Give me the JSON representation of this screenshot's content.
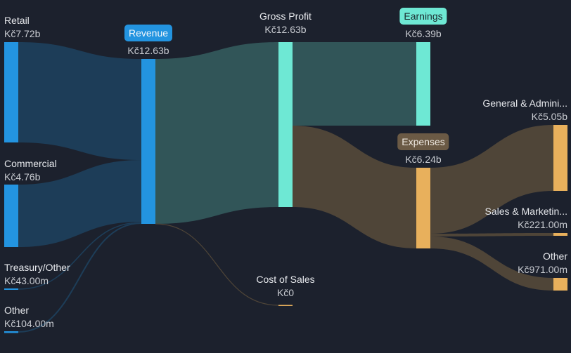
{
  "chart_data": {
    "type": "sankey",
    "currency_prefix": "Kč",
    "nodes": [
      {
        "id": "retail",
        "label": "Retail",
        "value": "Kč7.72b",
        "value_num": 7.72,
        "color": "#2394e0"
      },
      {
        "id": "commercial",
        "label": "Commercial",
        "value": "Kč4.76b",
        "value_num": 4.76,
        "color": "#2394e0"
      },
      {
        "id": "treasury",
        "label": "Treasury/Other",
        "value": "Kč43.00m",
        "value_num": 0.043,
        "color": "#2394e0"
      },
      {
        "id": "other_in",
        "label": "Other",
        "value": "Kč104.00m",
        "value_num": 0.104,
        "color": "#2394e0"
      },
      {
        "id": "revenue",
        "label": "Revenue",
        "value": "Kč12.63b",
        "value_num": 12.63,
        "color": "#2394e0"
      },
      {
        "id": "gross_profit",
        "label": "Gross Profit",
        "value": "Kč12.63b",
        "value_num": 12.63,
        "color": "#6ee8d4"
      },
      {
        "id": "cost_of_sales",
        "label": "Cost of Sales",
        "value": "Kč0",
        "value_num": 0,
        "color": "#e8b05c"
      },
      {
        "id": "earnings",
        "label": "Earnings",
        "value": "Kč6.39b",
        "value_num": 6.39,
        "color": "#6ee8d4"
      },
      {
        "id": "expenses",
        "label": "Expenses",
        "value": "Kč6.24b",
        "value_num": 6.24,
        "color": "#e8b05c"
      },
      {
        "id": "ga",
        "label": "General & Admini...",
        "value": "Kč5.05b",
        "value_num": 5.05,
        "color": "#e8b05c"
      },
      {
        "id": "sm",
        "label": "Sales & Marketin...",
        "value": "Kč221.00m",
        "value_num": 0.221,
        "color": "#e8b05c"
      },
      {
        "id": "other_out",
        "label": "Other",
        "value": "Kč971.00m",
        "value_num": 0.971,
        "color": "#e8b05c"
      }
    ],
    "links": [
      {
        "source": "retail",
        "target": "revenue",
        "value": 7.72
      },
      {
        "source": "commercial",
        "target": "revenue",
        "value": 4.76
      },
      {
        "source": "treasury",
        "target": "revenue",
        "value": 0.043
      },
      {
        "source": "other_in",
        "target": "revenue",
        "value": 0.104
      },
      {
        "source": "revenue",
        "target": "gross_profit",
        "value": 12.63
      },
      {
        "source": "revenue",
        "target": "cost_of_sales",
        "value": 0
      },
      {
        "source": "gross_profit",
        "target": "earnings",
        "value": 6.39
      },
      {
        "source": "gross_profit",
        "target": "expenses",
        "value": 6.24
      },
      {
        "source": "expenses",
        "target": "ga",
        "value": 5.05
      },
      {
        "source": "expenses",
        "target": "sm",
        "value": 0.221
      },
      {
        "source": "expenses",
        "target": "other_out",
        "value": 0.971
      }
    ]
  },
  "labels": {
    "retail": {
      "name": "Retail",
      "value": "Kč7.72b"
    },
    "commercial": {
      "name": "Commercial",
      "value": "Kč4.76b"
    },
    "treasury": {
      "name": "Treasury/Other",
      "value": "Kč43.00m"
    },
    "other_in": {
      "name": "Other",
      "value": "Kč104.00m"
    },
    "revenue": {
      "name": "Revenue",
      "value": "Kč12.63b"
    },
    "gross_profit": {
      "name": "Gross Profit",
      "value": "Kč12.63b"
    },
    "cost_of_sales": {
      "name": "Cost of Sales",
      "value": "Kč0"
    },
    "earnings": {
      "name": "Earnings",
      "value": "Kč6.39b"
    },
    "expenses": {
      "name": "Expenses",
      "value": "Kč6.24b"
    },
    "ga": {
      "name": "General & Admini...",
      "value": "Kč5.05b"
    },
    "sm": {
      "name": "Sales & Marketin...",
      "value": "Kč221.00m"
    },
    "other_out": {
      "name": "Other",
      "value": "Kč971.00m"
    }
  },
  "colors": {
    "background": "#1c212d",
    "revenue_blue": "#2394e0",
    "revenue_flow": "#1d3d58",
    "profit_teal": "#6ee8d4",
    "profit_flow": "#315558",
    "expense_gold": "#e8b05c",
    "expense_flow": "#4f4538",
    "expense_badge": "#6b5a45"
  }
}
